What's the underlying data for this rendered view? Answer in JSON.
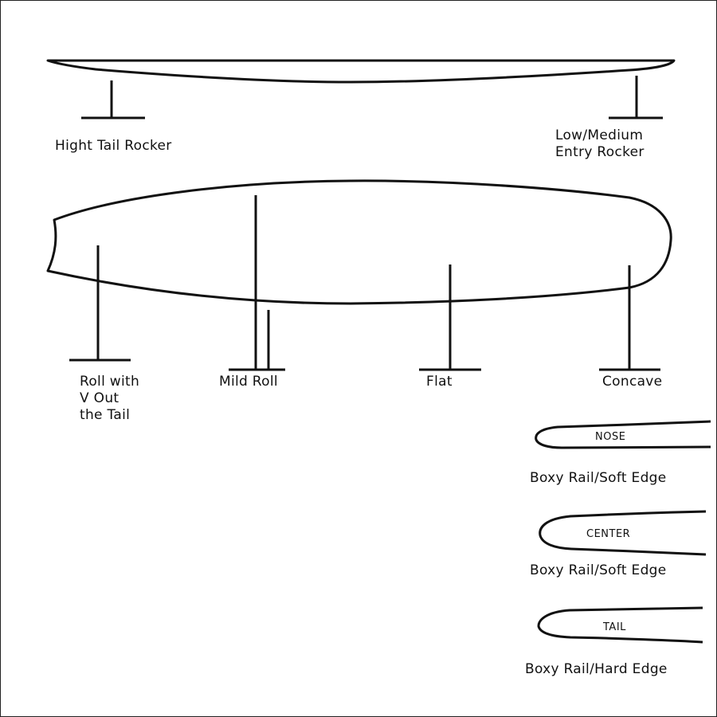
{
  "rocker": {
    "tail_label": "Hight Tail Rocker",
    "entry_label_line1": "Low/Medium",
    "entry_label_line2": "Entry Rocker"
  },
  "bottom": {
    "roll_v_line1": "Roll with",
    "roll_v_line2": "V Out",
    "roll_v_line3": "the Tail",
    "mild_roll": "Mild Roll",
    "flat": "Flat",
    "concave": "Concave"
  },
  "rails": [
    {
      "position": "NOSE",
      "label": "Boxy Rail/Soft Edge"
    },
    {
      "position": "CENTER",
      "label": "Boxy Rail/Soft Edge"
    },
    {
      "position": "TAIL",
      "label": "Boxy Rail/Hard Edge"
    }
  ],
  "colors": {
    "stroke": "#111111",
    "background": "#ffffff"
  }
}
